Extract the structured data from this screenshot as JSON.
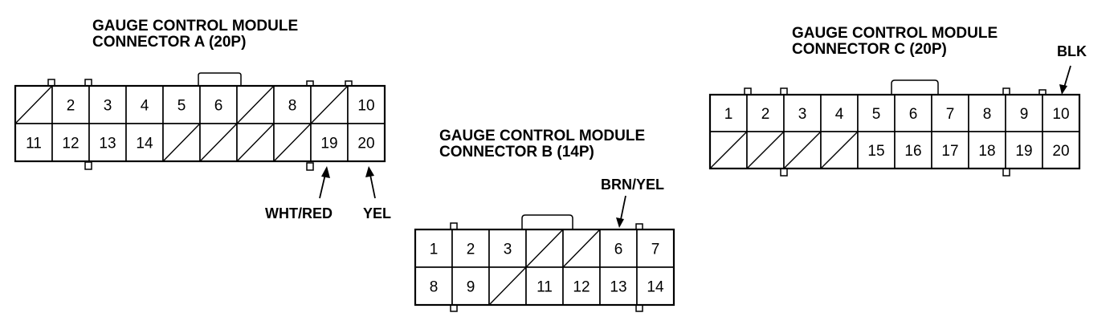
{
  "connectors": [
    {
      "id": "a",
      "title_line1": "GAUGE CONTROL MODULE",
      "title_line2": "CONNECTOR A (20P)",
      "rows": [
        [
          "",
          "2",
          "3",
          "4",
          "5",
          "6",
          "",
          "8",
          "",
          "10"
        ],
        [
          "11",
          "12",
          "13",
          "14",
          "",
          "",
          "",
          "",
          "19",
          "20"
        ]
      ],
      "wires": [
        {
          "pin": "19",
          "label": "WHT/RED"
        },
        {
          "pin": "20",
          "label": "YEL"
        }
      ]
    },
    {
      "id": "b",
      "title_line1": "GAUGE CONTROL MODULE",
      "title_line2": "CONNECTOR B (14P)",
      "rows": [
        [
          "1",
          "2",
          "3",
          "",
          "",
          "6",
          "7"
        ],
        [
          "8",
          "9",
          "",
          "11",
          "12",
          "13",
          "14"
        ]
      ],
      "wires": [
        {
          "pin": "6",
          "label": "BRN/YEL"
        }
      ]
    },
    {
      "id": "c",
      "title_line1": "GAUGE CONTROL MODULE",
      "title_line2": "CONNECTOR C (20P)",
      "rows": [
        [
          "1",
          "2",
          "3",
          "4",
          "5",
          "6",
          "7",
          "8",
          "9",
          "10"
        ],
        [
          "",
          "",
          "",
          "",
          "15",
          "16",
          "17",
          "18",
          "19",
          "20"
        ]
      ],
      "wires": [
        {
          "pin": "10",
          "label": "BLK"
        }
      ]
    }
  ]
}
